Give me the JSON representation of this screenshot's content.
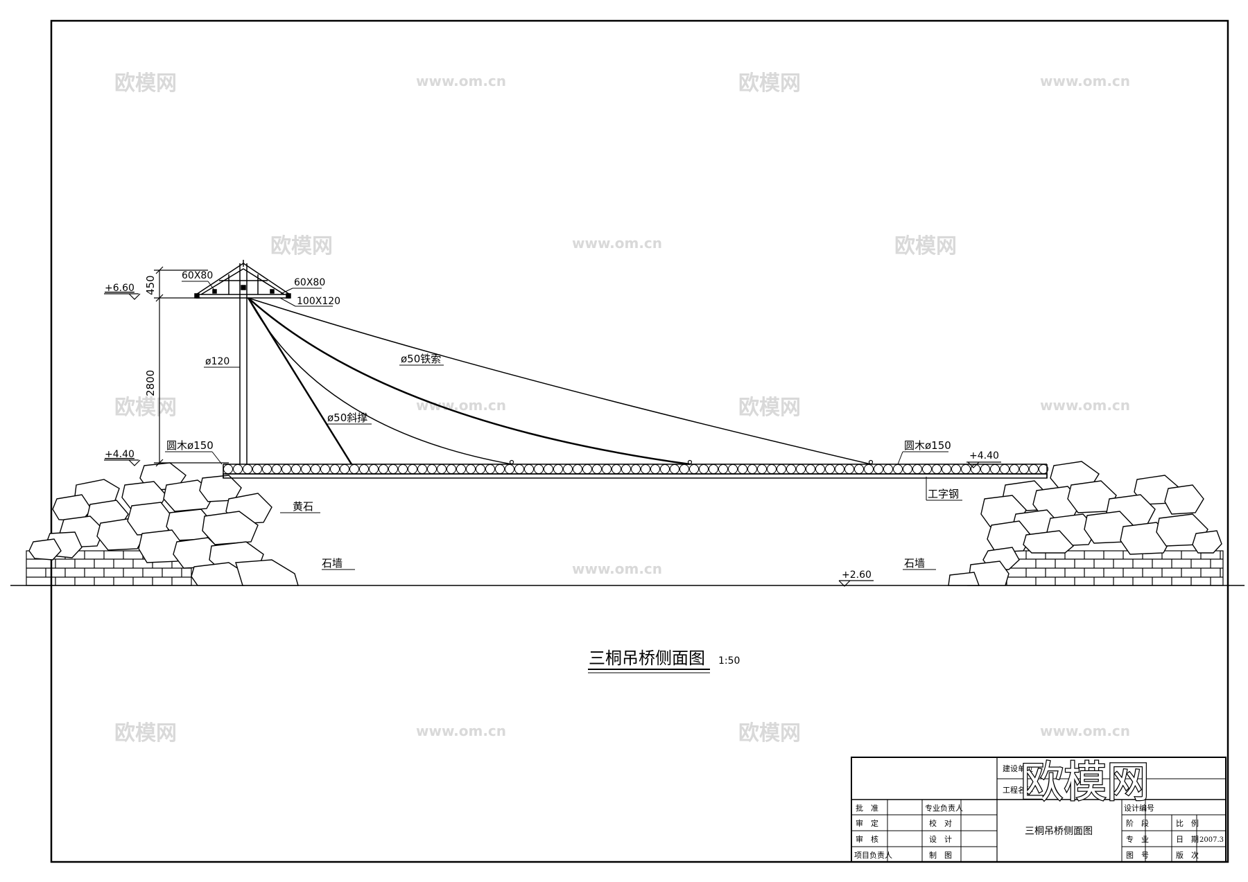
{
  "watermark": {
    "cn": "欧模网",
    "url": "www.om.cn",
    "big": "欧模网"
  },
  "drawing": {
    "title": "三桐吊桥侧面图",
    "scale": "1:50",
    "labels": {
      "beam_60x80_left": "60X80",
      "beam_60x80_right": "60X80",
      "beam_100x120": "100X120",
      "post_dia": "ø120",
      "cable": "ø50铁索",
      "brace": "ø50斜撑",
      "log_left": "圆木ø150",
      "log_right": "圆木ø150",
      "i_beam": "工字钢",
      "yellow_stone": "黄石",
      "wall_left": "石墙",
      "wall_right": "石墙"
    },
    "elevations": {
      "top": "+6.60",
      "deck_left": "+4.40",
      "deck_right": "+4.40",
      "ground": "+2.60"
    },
    "dimensions": {
      "roof": "450",
      "post": "2800"
    }
  },
  "title_block": {
    "owner": "建设单位",
    "project": "工程名称",
    "sheet_title": "三桐吊桥侧面图",
    "rows": [
      {
        "a": "批　准",
        "b": "专业负责人"
      },
      {
        "a": "审　定",
        "b": "校　对"
      },
      {
        "a": "审　核",
        "b": "设　计"
      },
      {
        "a": "项目负责人",
        "b": "制　图"
      }
    ],
    "design_no": "设计编号",
    "stage": "阶　段",
    "ratio": "比　例",
    "discipline": "专　业",
    "date_label": "日　期",
    "date": "2007.3",
    "drawing_no": "图　号",
    "version": "版　次"
  }
}
